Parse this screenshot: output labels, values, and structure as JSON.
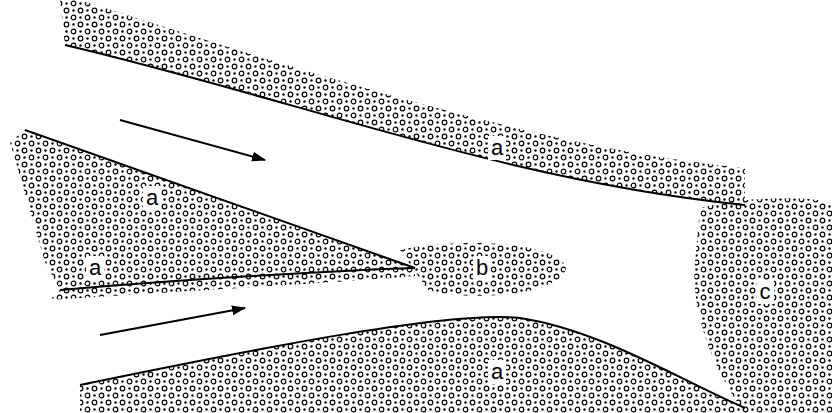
{
  "diagram": {
    "labels": [
      "a",
      "a",
      "a",
      "b",
      "c",
      "a"
    ]
  }
}
